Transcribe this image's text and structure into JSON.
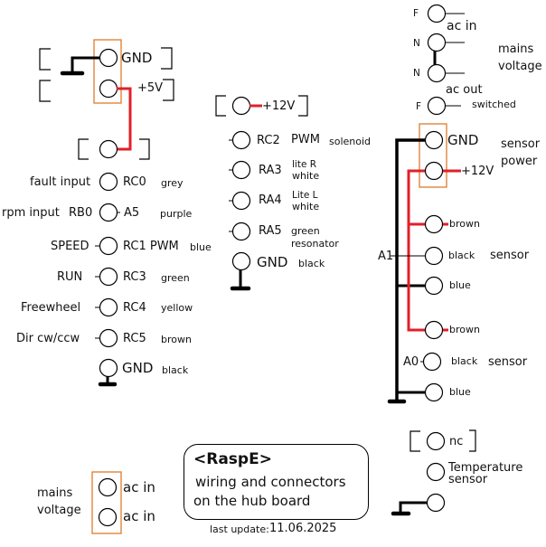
{
  "top_left_connector": {
    "pin1": "GND",
    "pin2": "+5V"
  },
  "motor_connector": {
    "rows": [
      {
        "signal": "fault input",
        "pin": "RC0",
        "color": "grey"
      },
      {
        "signal": "rpm input",
        "pin_prefix": "RB0",
        "pin": "A5",
        "color": "purple"
      },
      {
        "signal": "SPEED",
        "pin": "RC1 PWM",
        "color": "blue"
      },
      {
        "signal": "RUN",
        "pin": "RC3",
        "color": "green"
      },
      {
        "signal": "Freewheel",
        "pin": "RC4",
        "color": "yellow"
      },
      {
        "signal": "Dir cw/ccw",
        "pin": "RC5",
        "color": "brown"
      },
      {
        "signal": "",
        "pin": "GND",
        "color": "black"
      }
    ]
  },
  "middle_connector": {
    "power": "+12V",
    "rows": [
      {
        "pin": "RC2",
        "mode": "PWM",
        "note": "solenoid"
      },
      {
        "pin": "RA3",
        "note_l1": "lite R",
        "note_l2": "white"
      },
      {
        "pin": "RA4",
        "note_l1": "Lite L",
        "note_l2": "white"
      },
      {
        "pin": "RA5",
        "note_l1": "green",
        "note_l2": "resonator"
      },
      {
        "pin": "GND",
        "note": "black"
      }
    ]
  },
  "mains_block": {
    "pins": [
      "F",
      "N",
      "N",
      "F"
    ],
    "ac_in": "ac in",
    "ac_out": "ac out",
    "switched": "switched",
    "label_l1": "mains",
    "label_l2": "voltage"
  },
  "sensor_power": {
    "gnd": "GND",
    "v12": "+12V",
    "label_l1": "sensor",
    "label_l2": "power"
  },
  "sensors": {
    "s1": {
      "brown": "brown",
      "signal_pin": "A1",
      "black": "black",
      "label": "sensor",
      "blue": "blue"
    },
    "s0": {
      "brown": "brown",
      "signal_pin": "A0",
      "black": "black",
      "label": "sensor",
      "blue": "blue"
    }
  },
  "temp_connector": {
    "nc": "nc",
    "temp_l1": "Temperature",
    "temp_l2": "sensor"
  },
  "bottom_mains": {
    "label_l1": "mains",
    "label_l2": "voltage",
    "pin1": "ac in",
    "pin2": "ac in"
  },
  "title_panel": {
    "title": "<RaspE>",
    "line1": "wiring and connectors",
    "line2": "on the hub board",
    "update_label": "last update:",
    "update_date": "11.06.2025"
  },
  "colors": {
    "wire_black": "#000000",
    "wire_red": "#e0202a",
    "box_orange": "#e07b2a"
  }
}
